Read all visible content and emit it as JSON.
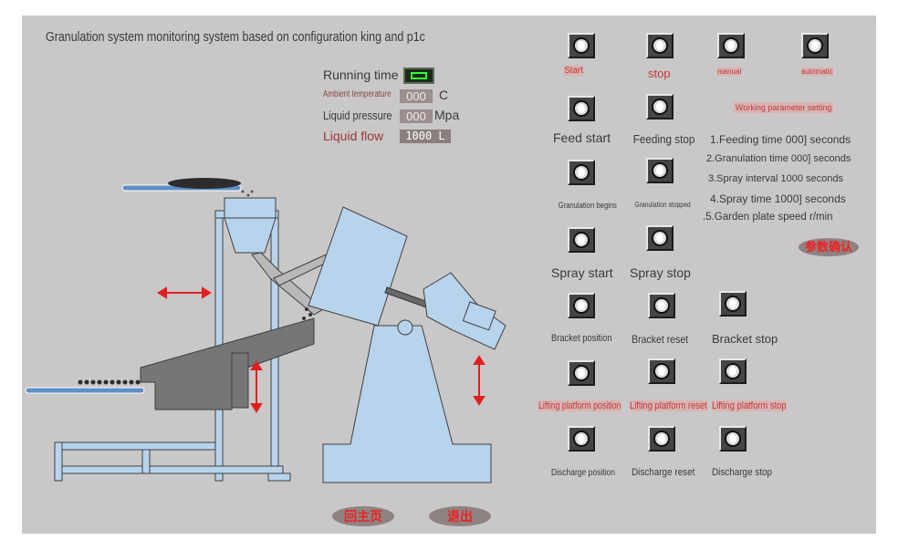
{
  "title": "Granulation system monitoring system based on configuration king and p1c",
  "status": {
    "running_time_label": "Running time",
    "ambient_label": "Ambient temperature",
    "ambient_value": "000",
    "ambient_unit": "C",
    "pressure_label": "Liquid pressure",
    "pressure_value": "000",
    "pressure_unit": "Mpa",
    "flow_label": "Liquid flow",
    "flow_value": "1000 L"
  },
  "buttons": {
    "start": "Start",
    "stop": "stop",
    "manual": "manual",
    "automatic": "automatic",
    "feed_start": "Feed start",
    "feeding_stop": "Feeding stop",
    "granulation_begins": "Granulation begins",
    "granulation_stopped": "Granulation stopped",
    "spray_start": "Spray start",
    "spray_stop": "Spray stop",
    "bracket_position": "Bracket position",
    "bracket_reset": "Bracket reset",
    "bracket_stop": "Bracket stop",
    "lift_position": "Lifting platform position",
    "lift_reset": "Lifting platform reset",
    "lift_stop": "Lifting platform stop",
    "discharge_position": "Discharge position",
    "discharge_reset": "Discharge reset",
    "discharge_stop": "Discharge stop"
  },
  "params": {
    "heading": "Working parameter setting",
    "feeding_time": "1.Feeding time 000] seconds",
    "granulation_time": "2.Granulation time 000] seconds",
    "spray_interval": "3.Spray interval 1000 seconds",
    "spray_time": "4.Spray time 1000] seconds",
    "plate_speed": ".5.Garden plate speed r/min",
    "confirm": "参数确认"
  },
  "footer": {
    "home": "回主页",
    "exit": "退出"
  },
  "colors": {
    "panel": "#c9c7c7",
    "machine": "#b8d3ec",
    "machine_outline": "#404040",
    "conveyor": "#5f8fc6",
    "arrow": "#e02020",
    "accent_text": "#c23a3a"
  }
}
